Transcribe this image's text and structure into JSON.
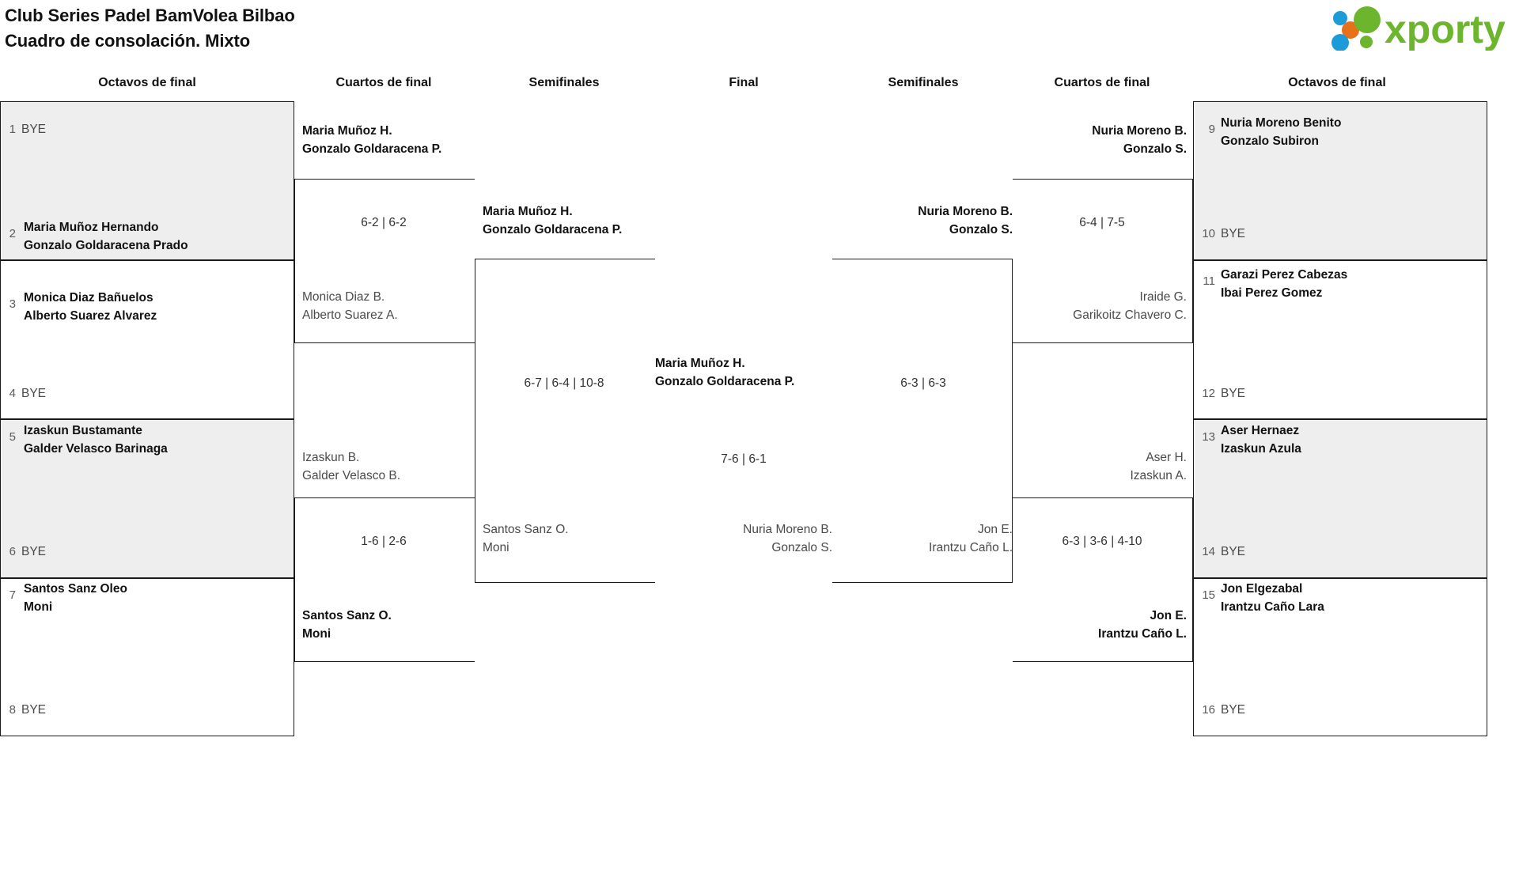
{
  "header": {
    "title_line1": "Club Series Padel BamVolea Bilbao",
    "title_line2": "Cuadro de consolación. Mixto",
    "logo_text": "xporty",
    "logo_colors": {
      "green": "#6cb52d",
      "blue": "#1b9cd8",
      "orange": "#e8701a"
    }
  },
  "rounds": {
    "r16_left": "Octavos de final",
    "qf_left": "Cuartos de final",
    "sf_left": "Semifinales",
    "final": "Final",
    "sf_right": "Semifinales",
    "qf_right": "Cuartos de final",
    "r16_right": "Octavos de final"
  },
  "left": {
    "r16": [
      {
        "seed": "1",
        "bye": true,
        "text": "BYE",
        "line1": "",
        "line2": "",
        "shaded": true
      },
      {
        "seed": "2",
        "bye": false,
        "text": "",
        "line1": "Maria Muñoz Hernando",
        "line2": "Gonzalo Goldaracena Prado",
        "shaded": true
      },
      {
        "seed": "3",
        "bye": false,
        "text": "",
        "line1": "Monica Diaz Bañuelos",
        "line2": "Alberto Suarez Alvarez",
        "shaded": false
      },
      {
        "seed": "4",
        "bye": true,
        "text": "BYE",
        "line1": "",
        "line2": "",
        "shaded": false
      },
      {
        "seed": "5",
        "bye": false,
        "text": "",
        "line1": "Izaskun Bustamante",
        "line2": "Galder Velasco Barinaga",
        "shaded": true
      },
      {
        "seed": "6",
        "bye": true,
        "text": "BYE",
        "line1": "",
        "line2": "",
        "shaded": true
      },
      {
        "seed": "7",
        "bye": false,
        "text": "",
        "line1": "Santos Sanz Oleo",
        "line2": "Moni",
        "shaded": false
      },
      {
        "seed": "8",
        "bye": true,
        "text": "BYE",
        "line1": "",
        "line2": "",
        "shaded": false
      }
    ],
    "qf": [
      {
        "line1": "Maria Muñoz H.",
        "line2": "Gonzalo Goldaracena P.",
        "winner": true
      },
      {
        "line1": "Monica Diaz B.",
        "line2": "Alberto Suarez A.",
        "winner": false
      },
      {
        "line1": "Izaskun B.",
        "line2": "Galder Velasco B.",
        "winner": false
      },
      {
        "line1": "Santos Sanz O.",
        "line2": "Moni",
        "winner": true
      }
    ],
    "qf_scores": [
      "6-2 | 6-2",
      "1-6 | 2-6"
    ],
    "sf": [
      {
        "line1": "Maria Muñoz H.",
        "line2": "Gonzalo Goldaracena P.",
        "winner": true
      },
      {
        "line1": "Santos Sanz O.",
        "line2": "Moni",
        "winner": false
      }
    ],
    "sf_score": "6-7 | 6-4 | 10-8"
  },
  "final": {
    "top": {
      "line1": "Maria Muñoz H.",
      "line2": "Gonzalo Goldaracena P.",
      "winner": true
    },
    "bottom": {
      "line1": "Nuria Moreno B.",
      "line2": "Gonzalo S.",
      "winner": false
    },
    "score": "7-6 | 6-1"
  },
  "right": {
    "sf": [
      {
        "line1": "Nuria Moreno B.",
        "line2": "Gonzalo S.",
        "winner": true
      },
      {
        "line1": "Jon E.",
        "line2": "Irantzu Caño L.",
        "winner": false
      }
    ],
    "sf_score": "6-3 | 6-3",
    "qf": [
      {
        "line1": "Nuria Moreno B.",
        "line2": "Gonzalo S.",
        "winner": true
      },
      {
        "line1": "Iraide G.",
        "line2": "Garikoitz Chavero C.",
        "winner": false
      },
      {
        "line1": "Aser H.",
        "line2": "Izaskun A.",
        "winner": false
      },
      {
        "line1": "Jon E.",
        "line2": "Irantzu Caño L.",
        "winner": true
      }
    ],
    "qf_scores": [
      "6-4 | 7-5",
      "6-3 | 3-6 | 4-10"
    ],
    "r16": [
      {
        "seed": "9",
        "bye": false,
        "text": "",
        "line1": "Nuria Moreno Benito",
        "line2": "Gonzalo Subiron",
        "shaded": true
      },
      {
        "seed": "10",
        "bye": true,
        "text": "BYE",
        "line1": "",
        "line2": "",
        "shaded": true
      },
      {
        "seed": "11",
        "bye": false,
        "text": "",
        "line1": "Garazi Perez Cabezas",
        "line2": "Ibai Perez Gomez",
        "shaded": false
      },
      {
        "seed": "12",
        "bye": true,
        "text": "BYE",
        "line1": "",
        "line2": "",
        "shaded": false
      },
      {
        "seed": "13",
        "bye": false,
        "text": "",
        "line1": "Aser Hernaez",
        "line2": "Izaskun Azula",
        "shaded": true
      },
      {
        "seed": "14",
        "bye": true,
        "text": "BYE",
        "line1": "",
        "line2": "",
        "shaded": true
      },
      {
        "seed": "15",
        "bye": false,
        "text": "",
        "line1": "Jon Elgezabal",
        "line2": "Irantzu Caño Lara",
        "shaded": false
      },
      {
        "seed": "16",
        "bye": true,
        "text": "BYE",
        "line1": "",
        "line2": "",
        "shaded": false
      }
    ]
  }
}
